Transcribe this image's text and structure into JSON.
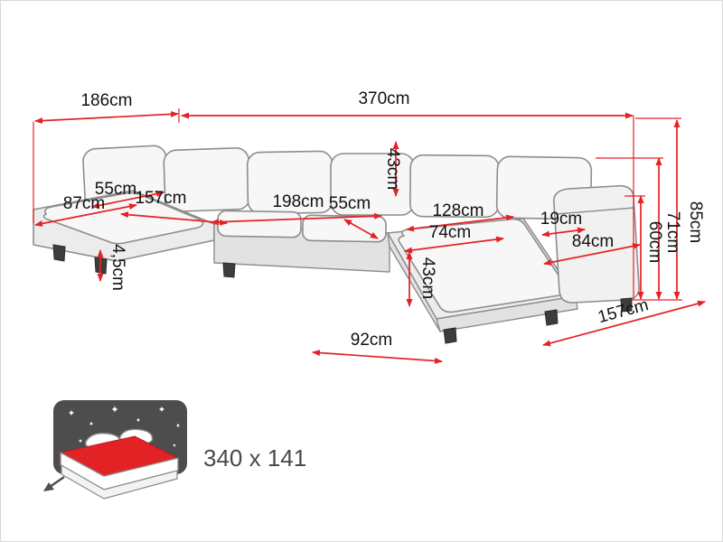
{
  "dimensions": {
    "left_section_depth": "186cm",
    "total_width": "370cm",
    "total_height": "85cm",
    "armrest_height": "71cm",
    "seat_back_height": "60cm",
    "left_chaise_width": "87cm",
    "left_armrest_depth": "55cm",
    "left_section_length": "157cm",
    "middle_seat_width": "198cm",
    "middle_seat_depth": "55cm",
    "back_cushion_height": "43cm",
    "right_seat_width": "128cm",
    "right_armrest_width": "19cm",
    "right_chaise_width": "74cm",
    "right_end_width": "84cm",
    "seat_height": "43cm",
    "leg_height": "4,5cm",
    "chaise_front_depth": "92cm",
    "right_chaise_length": "157cm"
  },
  "sleeping_function": {
    "bed_size": "340 x 141",
    "icon": "fold-out-bed-icon"
  },
  "colors": {
    "dimension_lines": "#e32226",
    "sofa_fill": "#f1f1f1",
    "sofa_outline": "#8d8d8d",
    "icon_background": "#4d4d4d",
    "mattress": "#e32226",
    "label_text": "#111111"
  }
}
